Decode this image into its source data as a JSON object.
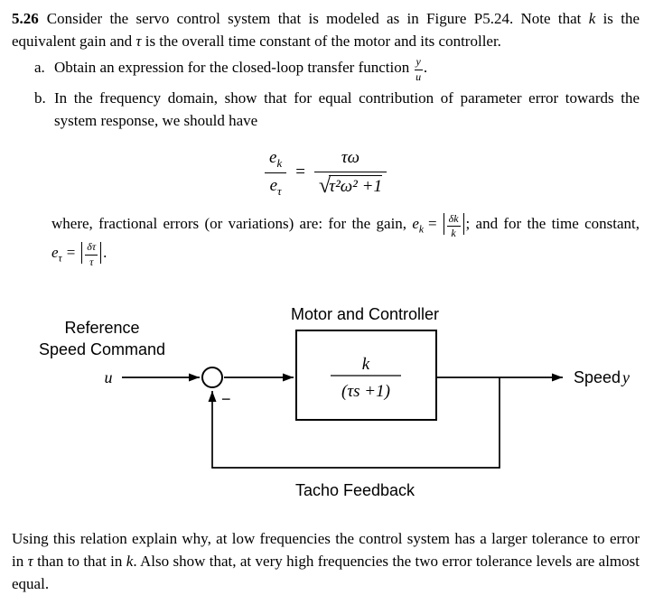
{
  "problem": {
    "number": "5.26",
    "intro_seg1": "Consider the servo control system that is modeled as in Figure P5.24.  Note that ",
    "var_k": "k",
    "intro_seg2": " is the equivalent gain and ",
    "var_tau": "τ",
    "intro_seg3": " is the overall time constant of the motor and its controller.",
    "items": {
      "a_label": "a.",
      "a_text": "Obtain an expression for the closed-loop transfer function ",
      "a_frac_num": "y",
      "a_frac_den": "u",
      "a_end": ".",
      "b_label": "b.",
      "b_text": "In the frequency domain, show that for equal contribution of parameter error towards the system response, we should have"
    }
  },
  "equation": {
    "lhs_num_base": "e",
    "lhs_num_sub": "k",
    "lhs_den_base": "e",
    "lhs_den_sub": "τ",
    "equals": "=",
    "rhs_num": "τω",
    "sqrt_sign": "√",
    "rhs_radicand": "τ²ω² +1"
  },
  "where_clause": {
    "seg1": "where, fractional errors (or variations) are: for the gain, ",
    "ek_base": "e",
    "ek_sub": "k",
    "eq1": "=",
    "frac1_num": "δk",
    "frac1_den": "k",
    "seg2": "; and for the time constant, ",
    "et_base": "e",
    "et_sub": "τ",
    "eq2": "=",
    "frac2_num": "δτ",
    "frac2_den": "τ",
    "seg3": "."
  },
  "diagram": {
    "motor_controller_label": "Motor and Controller",
    "reference_label_line1": "Reference",
    "reference_label_line2": "Speed Command",
    "input_variable": "u",
    "block_numerator": "k",
    "block_denominator": "(τs +1)",
    "output_label": "Speed",
    "output_variable": "y",
    "minus_sign": "−",
    "feedback_label": "Tacho Feedback"
  },
  "closing": {
    "seg1": "Using this relation explain why, at low frequencies the control system has a larger tolerance to error in ",
    "var_tau": "τ",
    "seg2": " than to that in ",
    "var_k": "k",
    "seg3": ". Also show that, at very high frequencies the two error tolerance levels are almost equal."
  }
}
